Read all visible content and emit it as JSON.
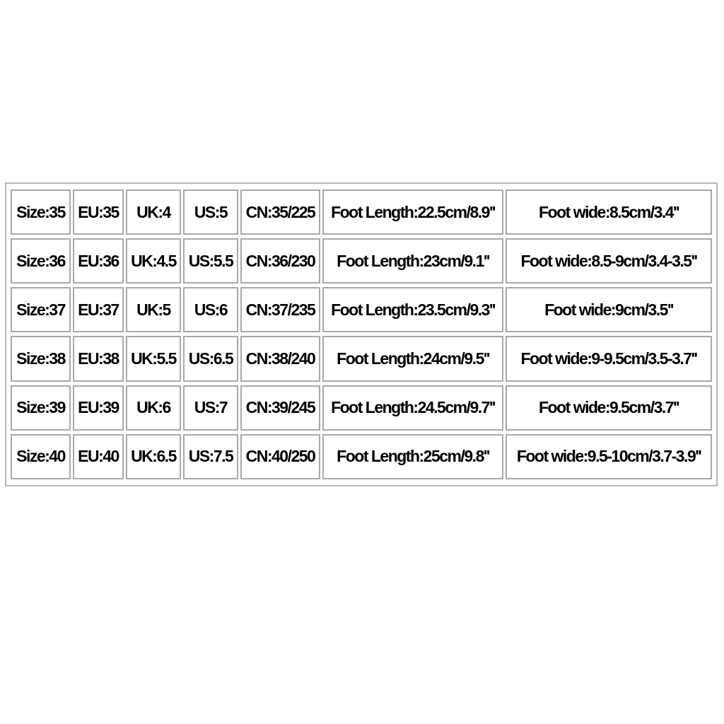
{
  "size_chart": {
    "rows": [
      [
        "Size:35",
        "EU:35",
        "UK:4",
        "US:5",
        "CN:35/225",
        "Foot Length:22.5cm/8.9''",
        "Foot wide:8.5cm/3.4''"
      ],
      [
        "Size:36",
        "EU:36",
        "UK:4.5",
        "US:5.5",
        "CN:36/230",
        "Foot Length:23cm/9.1''",
        "Foot wide:8.5-9cm/3.4-3.5''"
      ],
      [
        "Size:37",
        "EU:37",
        "UK:5",
        "US:6",
        "CN:37/235",
        "Foot Length:23.5cm/9.3''",
        "Foot wide:9cm/3.5''"
      ],
      [
        "Size:38",
        "EU:38",
        "UK:5.5",
        "US:6.5",
        "CN:38/240",
        "Foot Length:24cm/9.5''",
        "Foot wide:9-9.5cm/3.5-3.7''"
      ],
      [
        "Size:39",
        "EU:39",
        "UK:6",
        "US:7",
        "CN:39/245",
        "Foot Length:24.5cm/9.7''",
        "Foot wide:9.5cm/3.7''"
      ],
      [
        "Size:40",
        "EU:40",
        "UK:6.5",
        "US:7.5",
        "CN:40/250",
        "Foot Length:25cm/9.8''",
        "Foot wide:9.5-10cm/3.7-3.9''"
      ]
    ]
  },
  "colors": {
    "background": "#ffffff",
    "border": "#a9a9a9",
    "outer_border": "#b8b8b8",
    "text": "#000000"
  }
}
